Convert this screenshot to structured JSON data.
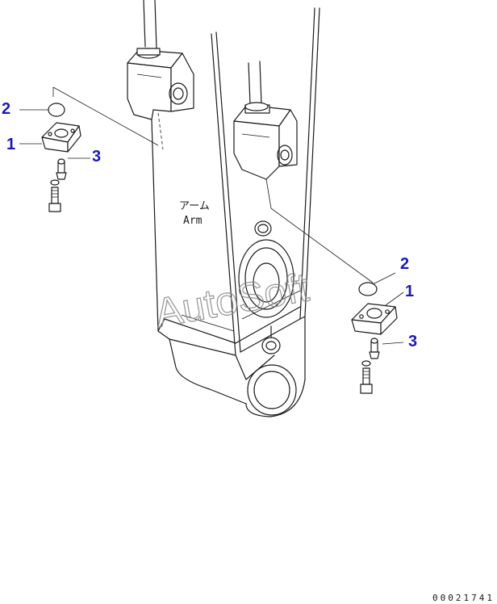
{
  "callouts": {
    "left_2": "2",
    "left_1": "1",
    "left_3": "3",
    "right_2": "2",
    "right_1": "1",
    "right_3": "3"
  },
  "part_label": {
    "jp": "アーム",
    "en": "Arm"
  },
  "watermark": "AutoSoft",
  "doc_number": "00021741",
  "colors": {
    "callout": "#1a1ab4",
    "linework": "#1a1a1a",
    "watermark": "#8a8a8a"
  }
}
